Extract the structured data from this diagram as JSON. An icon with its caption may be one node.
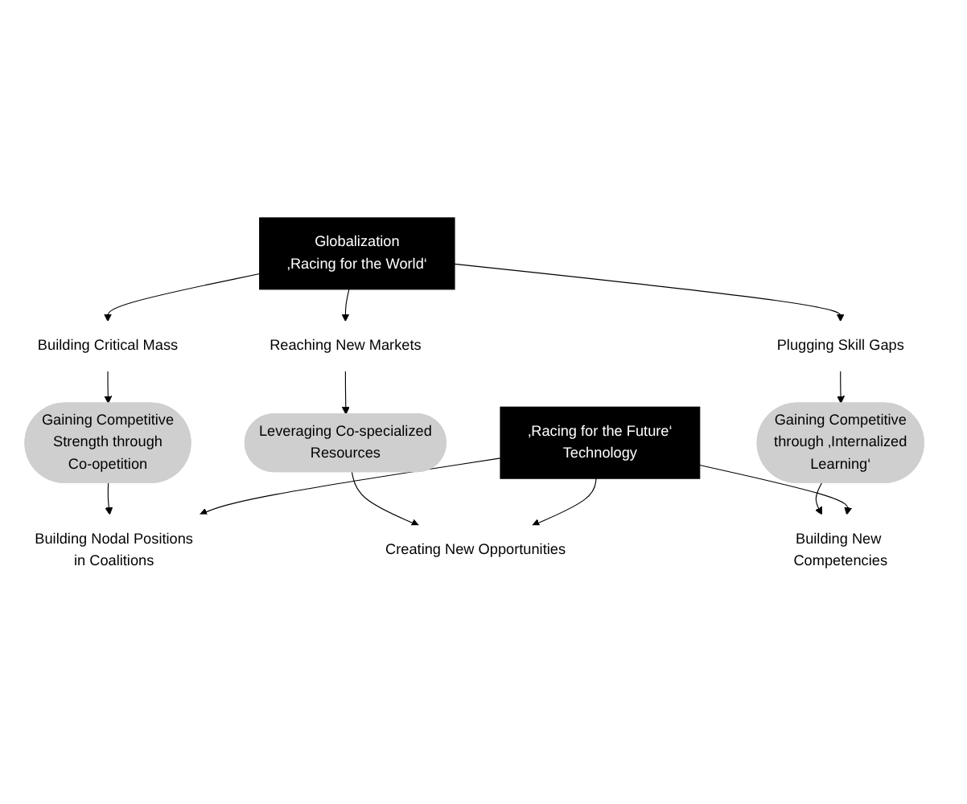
{
  "diagram": {
    "nodes": [
      {
        "text": [
          "Globalization",
          "‚Racing for the World‘"
        ]
      },
      {
        "text": [
          "Building Critical Mass"
        ]
      },
      {
        "text": [
          "Reaching New Markets"
        ]
      },
      {
        "text": [
          "Plugging Skill Gaps"
        ]
      },
      {
        "text": [
          "Gaining Competitive Strength through Co-opetition"
        ]
      },
      {
        "text": [
          "Leveraging Co-specialized Resources"
        ]
      },
      {
        "text": [
          "Gaining Competitive through ‚Internalized Learning‘"
        ]
      },
      {
        "text": [
          "Building Nodal Positions in Coalitions"
        ]
      },
      {
        "text": [
          "Creating New Opportunities"
        ]
      },
      {
        "text": [
          "Building New Competencies"
        ]
      },
      {
        "text": [
          "‚Racing for the Future‘",
          "Technology"
        ]
      }
    ],
    "edges": [
      {
        "from": 0,
        "to": 1,
        "arrow": "to"
      },
      {
        "from": 0,
        "to": 2,
        "arrow": "to"
      },
      {
        "from": 0,
        "to": 3,
        "arrow": "to"
      },
      {
        "from": 1,
        "to": 4,
        "arrow": "to"
      },
      {
        "from": 2,
        "to": 5,
        "arrow": "to"
      },
      {
        "from": 3,
        "to": 6,
        "arrow": "to"
      },
      {
        "from": 4,
        "to": 7,
        "arrow": "to"
      },
      {
        "from": 5,
        "to": 8,
        "arrow": "to"
      },
      {
        "from": 6,
        "to": 9,
        "arrow": "to"
      },
      {
        "from": 10,
        "to": 7,
        "arrow": "to"
      },
      {
        "from": 10,
        "to": 8,
        "arrow": "to"
      },
      {
        "from": 10,
        "to": 9,
        "arrow": "to"
      }
    ]
  }
}
